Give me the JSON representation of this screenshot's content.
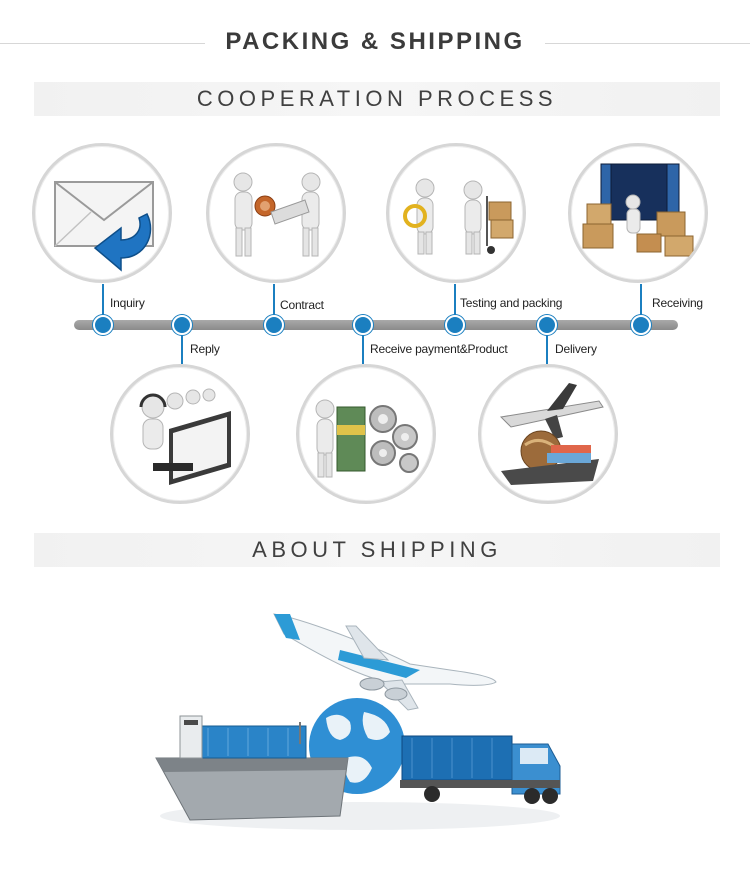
{
  "header": {
    "title": "PACKING & SHIPPING"
  },
  "process": {
    "section_title": "COOPERATION PROCESS",
    "steps": [
      {
        "label": "Inquiry",
        "icon": "envelope-icon"
      },
      {
        "label": "Reply",
        "icon": "call-center-icon"
      },
      {
        "label": "Contract",
        "icon": "handshake-icon"
      },
      {
        "label": "Receive payment&Product",
        "icon": "payment-gears-icon"
      },
      {
        "label": "Testing and packing",
        "icon": "inspection-cart-icon"
      },
      {
        "label": "Delivery",
        "icon": "plane-globe-ship-icon"
      },
      {
        "label": "Receiving",
        "icon": "container-boxes-icon"
      }
    ]
  },
  "shipping": {
    "section_title": "ABOUT SHIPPING"
  },
  "colors": {
    "accent": "#1b7fc0",
    "timeline": "#999999",
    "circle_border": "#d6d6d6"
  }
}
